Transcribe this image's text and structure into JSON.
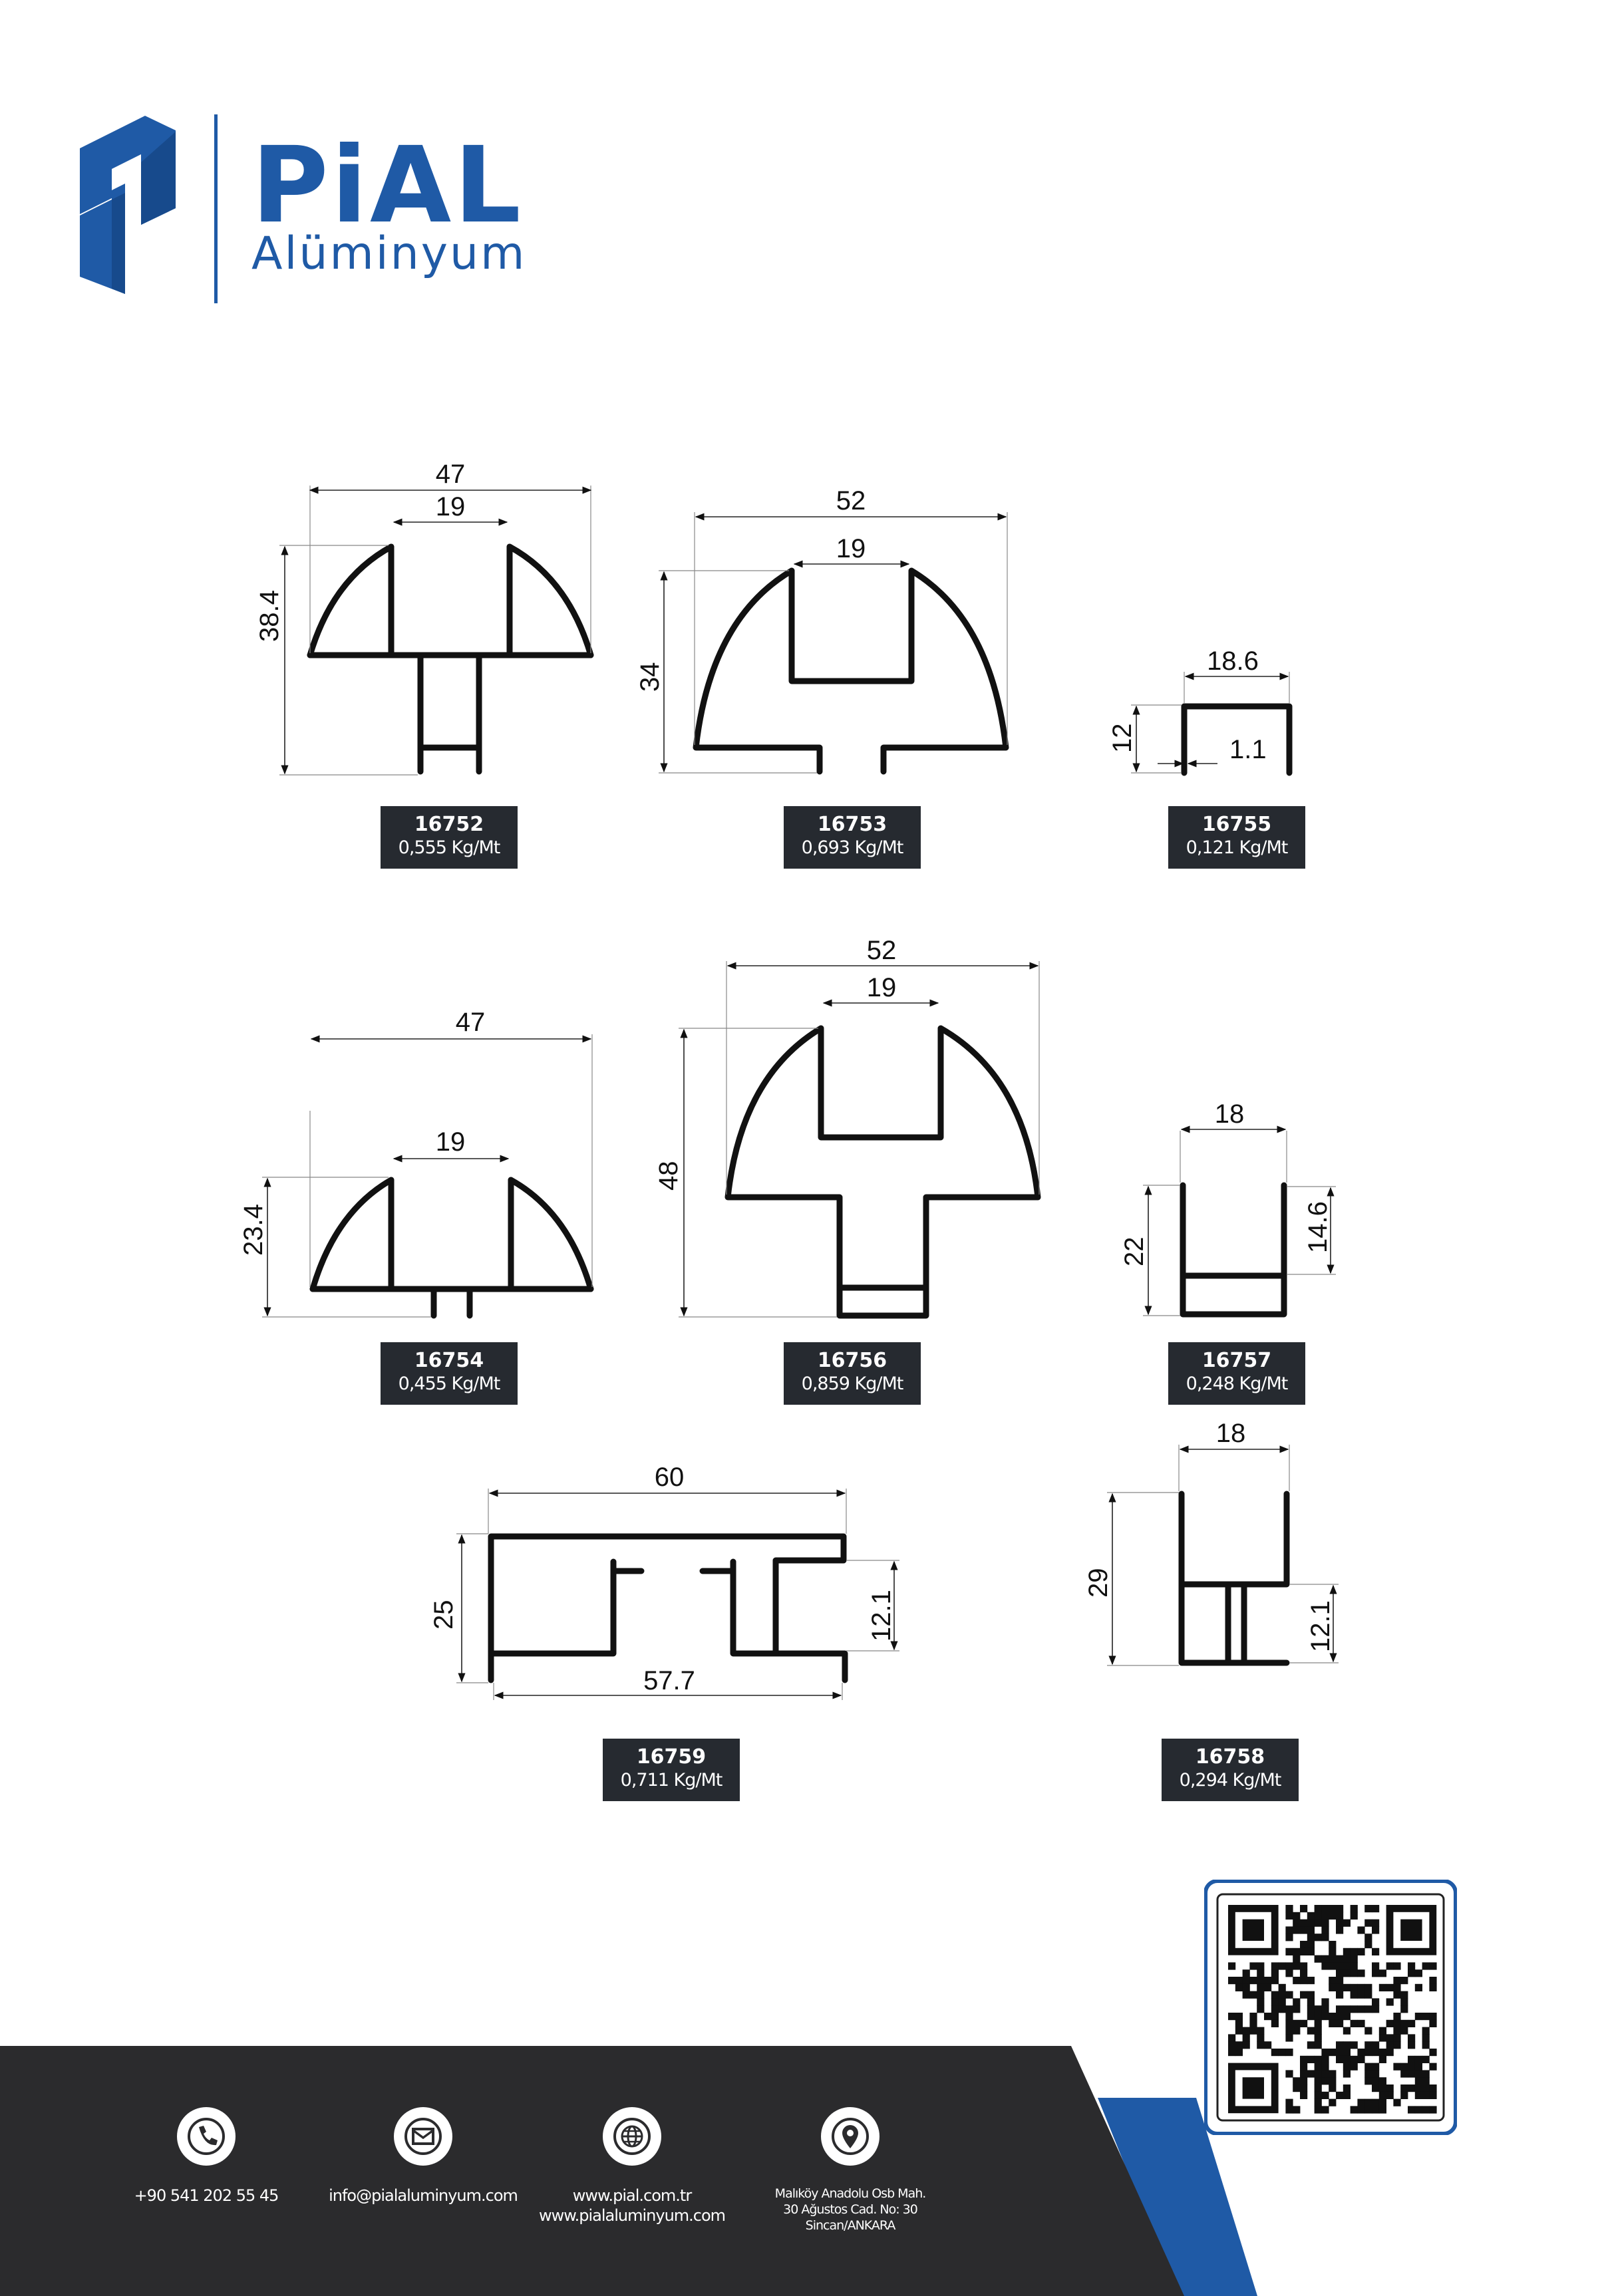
{
  "brand": {
    "name": "PiAL",
    "subtitle": "Alüminyum",
    "color": "#1f5aa6"
  },
  "profiles": [
    {
      "code": "16752",
      "weight": "0,555 Kg/Mt",
      "dims": [
        "47",
        "19",
        "38.4"
      ]
    },
    {
      "code": "16753",
      "weight": "0,693 Kg/Mt",
      "dims": [
        "52",
        "19",
        "34"
      ]
    },
    {
      "code": "16755",
      "weight": "0,121 Kg/Mt",
      "dims": [
        "18.6",
        "12",
        "1.1"
      ]
    },
    {
      "code": "16754",
      "weight": "0,455 Kg/Mt",
      "dims": [
        "47",
        "19",
        "23.4"
      ]
    },
    {
      "code": "16756",
      "weight": "0,859 Kg/Mt",
      "dims": [
        "52",
        "19",
        "48"
      ]
    },
    {
      "code": "16757",
      "weight": "0,248 Kg/Mt",
      "dims": [
        "18",
        "22",
        "14.6"
      ]
    },
    {
      "code": "16759",
      "weight": "0,711 Kg/Mt",
      "dims": [
        "60",
        "25",
        "57.7",
        "12.1"
      ]
    },
    {
      "code": "16758",
      "weight": "0,294 Kg/Mt",
      "dims": [
        "18",
        "29",
        "12.1"
      ]
    }
  ],
  "footer": {
    "phone": "+90 541 202 55 45",
    "email": "info@pialaluminyum.com",
    "web_1": "www.pial.com.tr",
    "web_2": "www.pialaluminyum.com",
    "address_1": "Malıköy Anadolu Osb Mah.",
    "address_2": "30 Ağustos Cad. No: 30",
    "address_3": "Sincan/ANKARA"
  },
  "icons": {
    "phone": "phone-icon",
    "email": "envelope-icon",
    "web": "globe-icon",
    "address": "location-pin-icon",
    "qr": "qr-code"
  },
  "colors": {
    "footer_bg": "#2b2b2d",
    "accent_blue": "#1f5aa6",
    "label_bg": "#262a30"
  }
}
